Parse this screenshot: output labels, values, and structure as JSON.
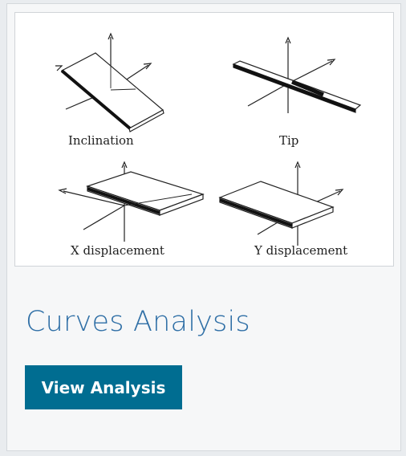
{
  "figure": {
    "captions": {
      "inclination": "Inclination",
      "tip": "Tip",
      "x_displacement": "X displacement",
      "y_displacement": "Y displacement"
    }
  },
  "card": {
    "title": "Curves Analysis",
    "button_label": "View Analysis"
  }
}
